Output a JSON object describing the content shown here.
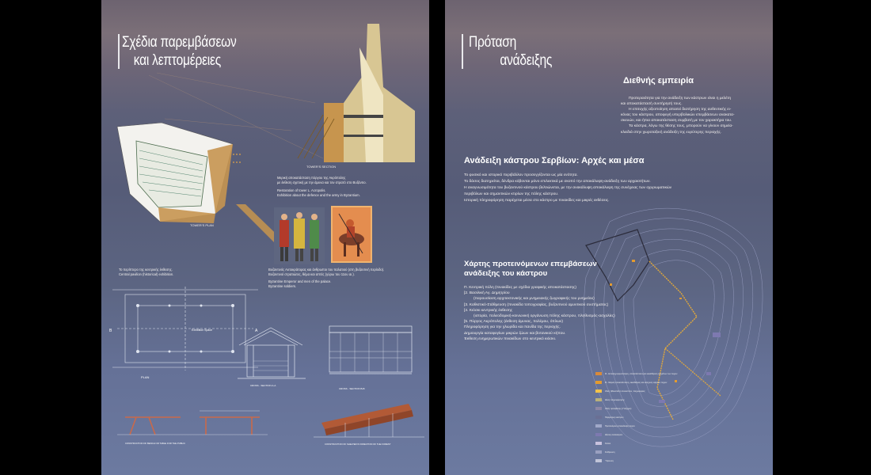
{
  "left_panel": {
    "title_line1": "Σχέδια παρεμβάσεων",
    "title_line2": "και λεπτομέρειες",
    "tower_section_label": "TOWER'S SECTION",
    "tower_plan_label": "TOWER'S PLAN",
    "restoration_caption": [
      "Μερική αποκατάσταση πύργου της Ακρόπολης",
      "με έκθεση σχετική με την άμυνα και τον στρατό στο Βυζάντιο.",
      "Restoration of tower L. Acropolis.",
      "Exhibition about the defence and the army in Byzantium."
    ],
    "figures_caption": [
      "Βυζαντινός Αυτοκράτορας και άνθρωποι του παλατιού (στη βυζαντινή περίοδο).",
      "Βυζαντινοί στρατιώτες, θέμα και απτές (γύρω του 11ου αι.).",
      "Byzantine Emperor and men of the palace.",
      "Byzantine soldiers."
    ],
    "pavilion_caption": [
      "Το περίπτερο της κεντρικής έκθεσης.",
      "Central pavilion (historical) exhibition."
    ],
    "plan_label": "PLAN",
    "section_a_label": "CROSS - SECTION A-A",
    "section_b_label": "CROSS - SECTION B-B",
    "inner_label": "Exhibition Space",
    "bench_caption": "CONSTRUCTION OF BENCH OR TABLE FOR THE PUBLIC",
    "log_caption": "CONSTRUCTION OF SHELTER IN DIRECTION OF THE FOREST",
    "marker_a": "A",
    "marker_b": "B"
  },
  "right_panel": {
    "title_line1": "Πρόταση",
    "title_line2": "ανάδειξης",
    "intl_heading": "Διεθνής εμπειρία",
    "intl_text": [
      "Προτεραιότητα για την ανάδειξη των κάστρων είναι η μελέτη",
      "και αποκατάστασή συντήρησή τους.",
      "Η επιτυχής αξιοποίηση απαιτεί διατήρηση της αυθεντικής ει-",
      "κόνας του κάστρου, αποφυγή υπερβολικών επεμβάσεων ανακατα-",
      "σκευών, και ήπια αποκατάσταση συμβατή με τον χαρακτήρα του.",
      "Τα κάστρα, λόγω της θέσης τους, μπορούν να γίνουν σημεία-",
      "κλειδιά στην χωροταξική ανάδειξη της ευρύτερης περιοχής."
    ],
    "section_heading": "Ανάδειξη κάστρου Σερβίων: Αρχές και μέσα",
    "section_text": [
      "Το φυσικό και ιστορικό περιβάλλον προσεγγίζονται ως μία ενότητα.",
      "Το δάσος διατηρείται, δένδρα κόβονται μόνο επιλεκτικά με σκοπό την αποκάλυψη-ανάδειξη των αρχαιοτήτων.",
      "Η αναγνωσιμότητα του βυζαντινού κάστρου βελτιώνεται, με την ανακάλυψη αποκάλυψη της συνέχειας των οχυρωματικών",
      "περιβόλων και σημαντικών κτιρίων της πόλης κάστρου.",
      "Ιστορική πληροφόρηση παρέχεται μέσα στο κάστρο με πινακίδες και μικρές εκθέσεις."
    ],
    "map_heading_line1": "Χάρτης προτεινόμενων επεμβάσεων",
    "map_heading_line2": "ανάδειξης του κάστρου",
    "map_list": [
      "Π. Κεντρική πύλη (πινακίδες με σχέδια γραφικής αποκατάστασης)",
      "[2. Βασιλική Αγ. Δημητρίου",
      "(παρουσίαση αρχιτεκτονικής και μνημειακής ζωγραφικής του μνημείου)",
      "[3. Καθιστικό-Στάθμευση (πινακίδα τοπογραφίας, βυζαντινού αμυντικού συστήματος)",
      "[4. Κιόσκι κεντρικής έκθεσης",
      "(ιστορία, πολεοδομική-κοινωνική οργάνωση πόλης κάστρου, πληθυσμός-ασχολίες)",
      "[5. Πύργος Ακρόπολης (έκθεση άμυνας, πολέμου, όπλων)",
      "Πληροφόρηση για την χλωρίδα και πανίδα της περιοχής.",
      "Δημιουργία καταφυγίων μικρών ζώων και βοτανικού κήπου.",
      "Έκθεση ενημερωτικών πινακίδων στο κεντρικό κιόσκι."
    ],
    "legend": [
      {
        "label": "Φ - Επαναχρησιμοποίηση, αποκατάσταση και εκκαθάριση τμημάτων των τειχών",
        "color": "#d98a3a"
      },
      {
        "label": "Φ - Μερική αποκατάσταση, εκκαθάριση και ενίσχυση υψηλών τειχών",
        "color": "#e39b2f"
      },
      {
        "label": "Οδός (Μονοπάτι) επισκεπτών, πληροφορίες",
        "color": "#f2c24a"
      },
      {
        "label": "Θέση πληροφόρησης",
        "color": "#b8b07a"
      },
      {
        "label": "Οδός πρόσβασης (Υπάρχον)",
        "color": "#8c86a5"
      },
      {
        "label": "Περίμετρος καστρου",
        "color": "#6a6f94"
      },
      {
        "label": "Προτεινόμενη αποκάλυψη τειχών",
        "color": "#a0a8c8"
      },
      {
        "label": "Θέσεις ανασκαφών",
        "color": "#7d79b0"
      },
      {
        "label": "Κιόσκι",
        "color": "#c8c2de"
      },
      {
        "label": "Στάθμευση",
        "color": "#9aa0c0"
      },
      {
        "label": "Ύδρευση",
        "color": "#c0c4d8"
      }
    ]
  }
}
